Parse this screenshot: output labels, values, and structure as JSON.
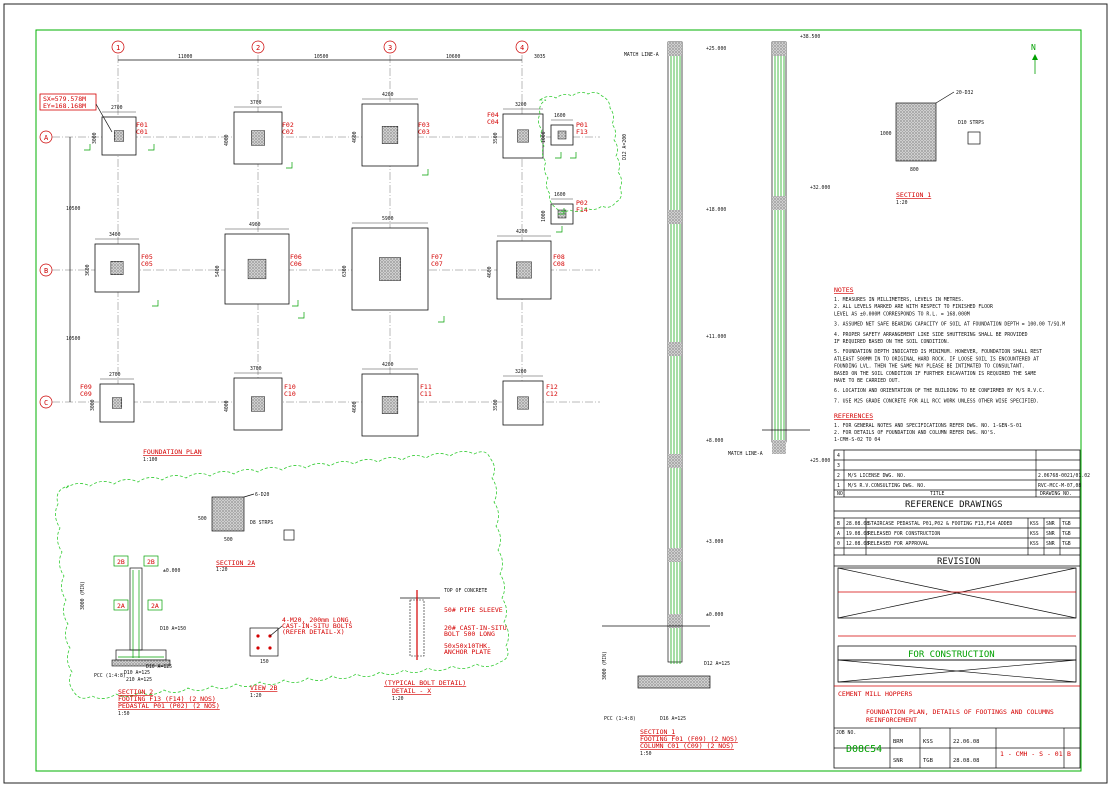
{
  "plan": {
    "title": "FOUNDATION PLAN",
    "scale": "1:100",
    "sx": "SX=579.578M",
    "ey": "EY=168.168M",
    "col_labels": [
      "1",
      "2",
      "3",
      "4"
    ],
    "row_labels": [
      "A",
      "B",
      "C"
    ],
    "spans": [
      "11000",
      "10500",
      "10600",
      "3035"
    ],
    "row_spans": [
      "10500",
      "10500"
    ],
    "footings": [
      {
        "id": "F01",
        "col": "C01",
        "w": "2700",
        "h": "3000"
      },
      {
        "id": "F02",
        "col": "C02",
        "w": "3700",
        "h": "4000"
      },
      {
        "id": "F03",
        "col": "C03",
        "w": "4200",
        "h": "4600"
      },
      {
        "id": "F04",
        "col": "C04",
        "w": "3200",
        "h": "3500"
      },
      {
        "id": "F05",
        "col": "C05",
        "w": "3400",
        "h": "3600"
      },
      {
        "id": "F06",
        "col": "C06",
        "w": "4900",
        "h": "5400"
      },
      {
        "id": "F07",
        "col": "C07",
        "w": "5900",
        "h": "6300"
      },
      {
        "id": "F08",
        "col": "C08",
        "w": "4200",
        "h": "4600"
      },
      {
        "id": "F09",
        "col": "C09",
        "w": "2700",
        "h": "3000"
      },
      {
        "id": "F10",
        "col": "C10",
        "w": "3700",
        "h": "4000"
      },
      {
        "id": "F11",
        "col": "C11",
        "w": "4200",
        "h": "4600"
      },
      {
        "id": "F12",
        "col": "C12",
        "w": "3200",
        "h": "3500"
      },
      {
        "id": "P01",
        "col": "F13",
        "w": "1600",
        "h": "1000"
      },
      {
        "id": "P02",
        "col": "F14",
        "w": "1600",
        "h": "1000"
      }
    ]
  },
  "details": {
    "sec2a_bar": "6-D20",
    "sec2a_strps": "D8 STRPS",
    "sec2a_dim": "500",
    "sec2a_title": "SECTION 2A",
    "scale20": "1:20",
    "scale50": "1:50",
    "label_2b": "2B",
    "label_2a": "2A",
    "level_zero": "±0.000",
    "d10": "D10 A=150",
    "d10b": "D10 A=125",
    "pcc": "PCC (1:4:8)",
    "dim210": "210 A=125",
    "height3000": "3000 (MIN)",
    "sec2_title": "SECTION 2",
    "sec2_foot": "FOOTING F13 (F14) (2 NOS)",
    "sec2_ped": "PEDASTAL P01 (P02) (2 NOS)",
    "bolt1": "4-M20, 200mm LONG,",
    "bolt2": "CAST-IN-SITU BOLTS",
    "bolt3": "(REFER DETAIL-X)",
    "dim150": "150",
    "view2b_title": "VIEW 2B",
    "top_concrete": "TOP OF CONCRETE",
    "pipe_sleeve": "50# PIPE SLEEVE",
    "cast_bolt": "20# CAST-IN-SITU",
    "bolt_long": "BOLT 500 LONG",
    "anchor1": "50x50x10THK.",
    "anchor2": "ANCHOR PLATE",
    "bolt_title": "(TYPICAL BOLT DETAIL)",
    "bolt_detail": "DETAIL - X"
  },
  "elev": {
    "match_a": "MATCH LINE-A",
    "lvl38": "+38.500",
    "lvl32": "+32.000",
    "lvl25": "+25.000",
    "lvl18": "+18.000",
    "lvl11": "+11.000",
    "lvl8": "+8.000",
    "lvl3": "+3.000",
    "lvl0": "±0.000",
    "d12": "D12 A=200",
    "d12b": "D12 A=125",
    "d16": "D16 A=125",
    "sec1_title": "SECTION 1",
    "sec1_foot": "FOOTING F01 (F09) (2 NOS)",
    "sec1_col": "COLUMN C01 (C09) (2 NOS)"
  },
  "sec1": {
    "bar": "20-D32",
    "strps": "D10 STRPS",
    "w": "800",
    "h": "1000",
    "title": "SECTION 1"
  },
  "north": {
    "label": "N"
  },
  "notes": {
    "title": "NOTES",
    "lines": [
      "1. MEASURES IN MILLIMETERS, LEVELS IN METRES.",
      "2. ALL LEVELS MARKED ARE WITH RESPECT TO FINISHED FLOOR",
      "   LEVEL AS ±0.000M CORRESPONDS TO R.L. = 168.000M",
      "3. ASSUMED NET SAFE BEARING CAPACITY OF SOIL AT FOUNDATION DEPTH = 100.00 T/SQ.M",
      "4. PROPER SAFETY ARRANGEMENT LIKE SIDE SHUTTERING SHALL BE PROVIDED",
      "   IF REQUIRED BASED ON THE SOIL CONDITION.",
      "5. FOUNDATION DEPTH INDICATED IS MINIMUM. HOWEVER, FOUNDATION SHALL REST",
      "   ATLEAST 500MM IN TO ORIGINAL HARD ROCK. IF LOOSE SOIL IS ENCOUNTERED AT",
      "   FOUNDING LVL. THEN THE SAME MAY PLEASE BE INTIMATED TO CONSULTANT.",
      "   BASED ON THE SOIL CONDITION IF FURTHER EXCAVATION IS REQUIRED THE SAME",
      "   HAVE TO BE CARRIED OUT.",
      "6. LOCATION AND ORIENTATION OF THE BUILDING TO BE CONFIRMED BY M/S R.V.C.",
      "7. USE M25  GRADE CONCRETE FOR ALL RCC WORK UNLESS OTHER WISE SPECIFIED."
    ]
  },
  "references": {
    "title": "REFERENCES",
    "lines": [
      "1. FOR GENERAL NOTES AND SPECIFICATIONS REFER DWG. NO. 1-GEN-S-01",
      "2. FOR DETAILS OF FOUNDATION AND COLUMN REFER DWG. NO'S.",
      "   1-CMH-S-02 TO 04"
    ]
  },
  "tb": {
    "r4": "4",
    "r3": "3",
    "r2": "2",
    "r1": "1",
    "ref2": "M/S LICENSE DWG. NO.",
    "ref2no": "2.06768-0021/01.02",
    "ref1": "M/S R.V.CONSULTING DWG. NO.",
    "ref1no": "RVC-MCC-M-07,08",
    "no": "NO.",
    "title_col": "TITLE",
    "dwg_col": "DRAWING NO.",
    "ref_heading": "REFERENCE DRAWINGS",
    "revB": "B",
    "revB_date": "28.08.08",
    "revB_desc": "STAIRCASE PEDASTAL P01,P02 & FOOTING F13,F14 ADDED",
    "revA": "A",
    "revA_date": "19.08.08",
    "revA_desc": "RELEASED FOR CONSTRUCTION",
    "rev0": "0",
    "rev0_date": "12.08.08",
    "rev0_desc": "RELEASED FOR APPROVAL",
    "kss": "KSS",
    "snr": "SNR",
    "tgb": "TGB",
    "revision": "REVISION",
    "stamp": "FOR CONSTRUCTION",
    "project": "CEMENT MILL HOPPERS",
    "title1": "FOUNDATION PLAN, DETAILS OF FOOTINGS AND COLUMNS",
    "title2": "REINFORCEMENT",
    "jobno": "JOB NO.",
    "job": "D08C54",
    "drn": "BRM",
    "date1": "22.06.08",
    "date2": "28.08.08",
    "dwgno": "1 - CMH - S - 01",
    "rev": "B"
  }
}
